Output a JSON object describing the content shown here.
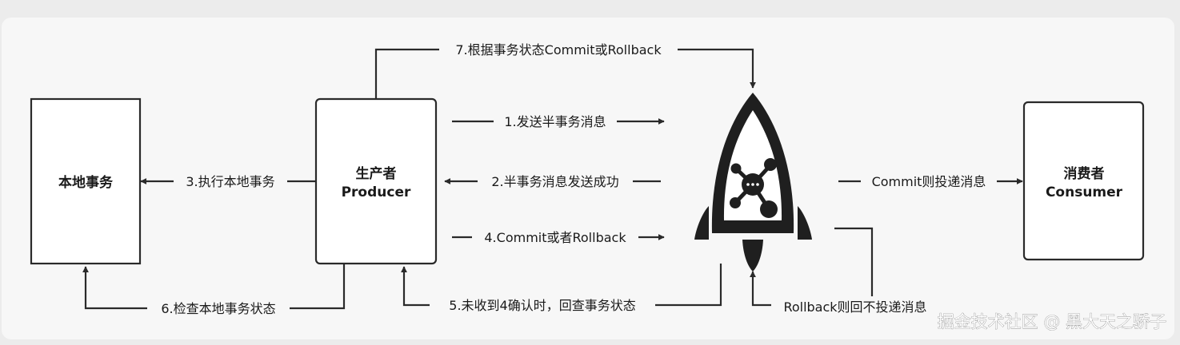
{
  "nodes": {
    "local_tx": {
      "label": "本地事务"
    },
    "producer": {
      "label_cn": "生产者",
      "label_en": "Producer"
    },
    "consumer": {
      "label_cn": "消费者",
      "label_en": "Consumer"
    },
    "broker": {
      "icon": "rocket-icon"
    }
  },
  "edges": {
    "e1": "1.发送半事务消息",
    "e2": "2.半事务消息发送成功",
    "e3": "3.执行本地事务",
    "e4": "4.Commit或者Rollback",
    "e5": "5.未收到4确认时，回查事务状态",
    "e6": "6.检查本地事务状态",
    "e7": "7.根据事务状态Commit或Rollback",
    "commit": "Commit则投递消息",
    "rollback": "Rollback则回不投递消息"
  },
  "watermark": "掘金技术社区 @ 黑大天之骄子",
  "colors": {
    "line": "#2a2a2a",
    "box_fill": "#ffffff",
    "panel": "#f7f7f7",
    "background": "#ececec"
  }
}
